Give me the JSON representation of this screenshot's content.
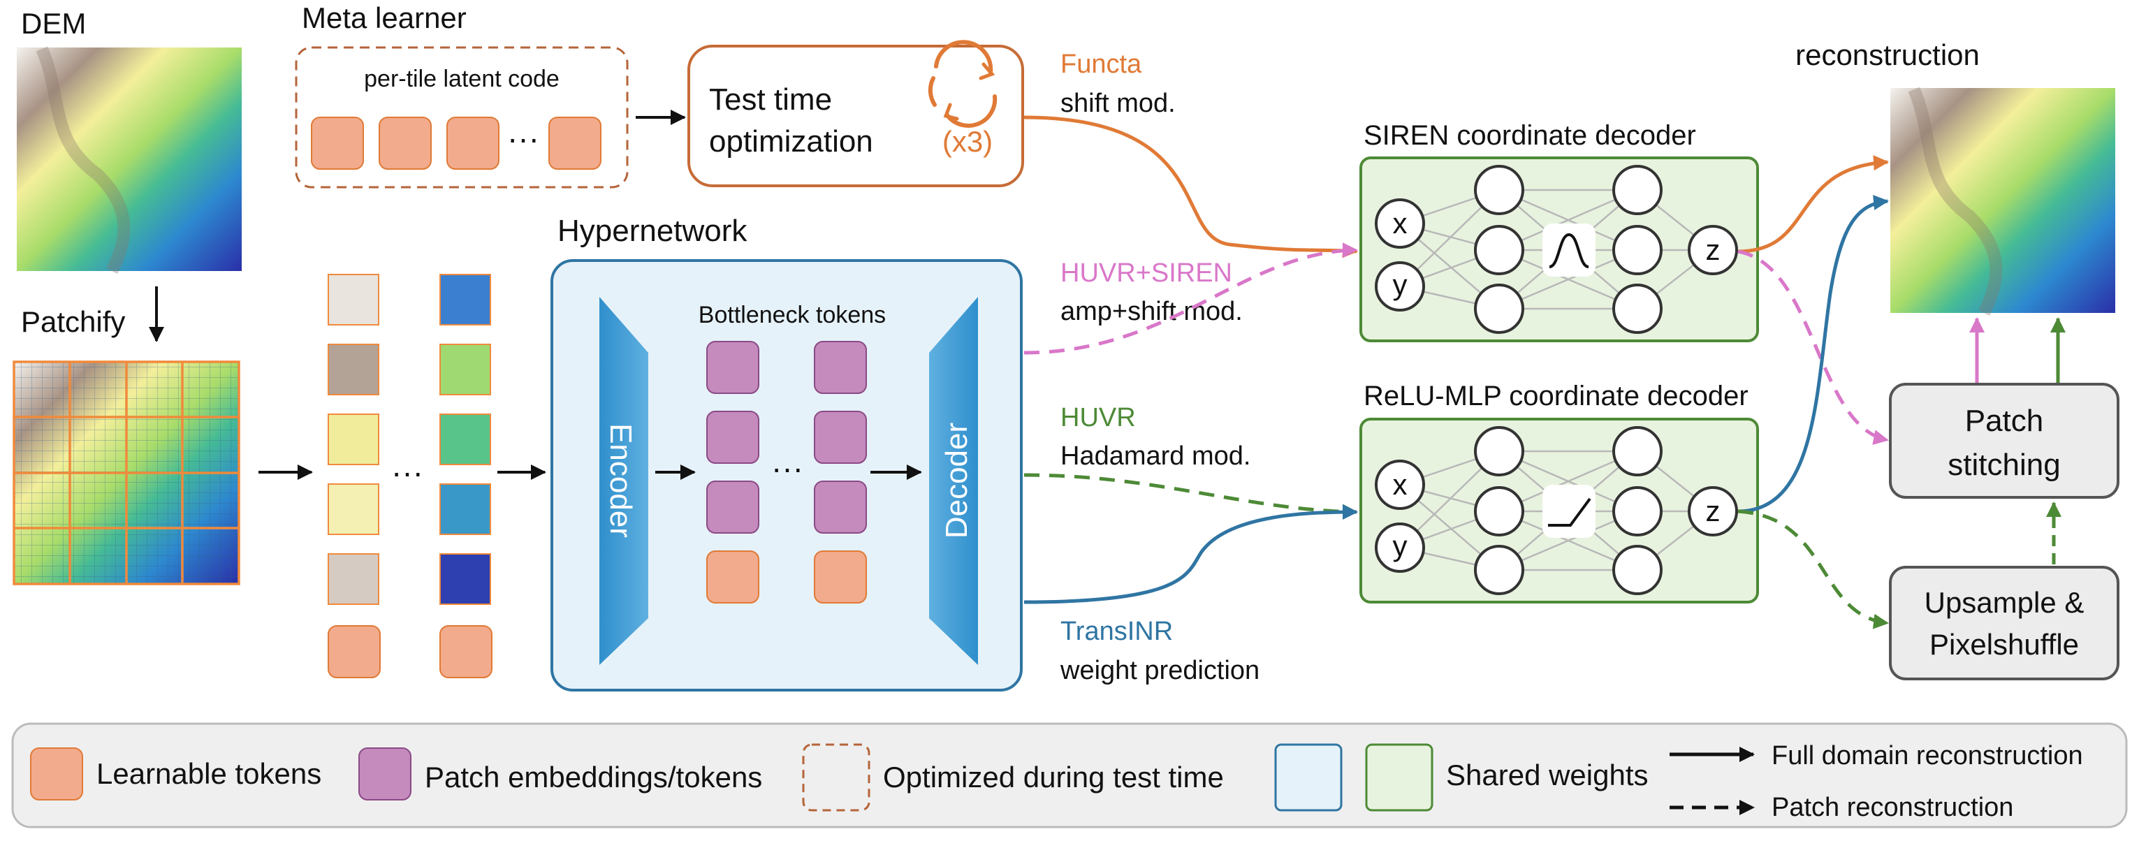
{
  "dem": {
    "title": "DEM",
    "patchify_label": "Patchify",
    "ellipsis": "···"
  },
  "meta_learner": {
    "title": "Meta learner",
    "latent_label": "per-tile latent code",
    "ellipsis": "···",
    "tto_line1": "Test time",
    "tto_line2": "optimization",
    "repeat": "(x3)"
  },
  "hypernetwork": {
    "title": "Hypernetwork",
    "bottleneck_label": "Bottleneck tokens",
    "encoder": "Encoder",
    "decoder": "Decoder",
    "ellipsis": "···"
  },
  "methods": {
    "functa": {
      "name": "Functa",
      "desc": "shift mod."
    },
    "huvr_siren": {
      "name": "HUVR+SIREN",
      "desc": "amp+shift mod."
    },
    "huvr": {
      "name": "HUVR",
      "desc": "Hadamard mod."
    },
    "transinr": {
      "name": "TransINR",
      "desc": "weight prediction"
    }
  },
  "siren": {
    "title": "SIREN coordinate decoder",
    "in_x": "x",
    "in_y": "y",
    "out_z": "z"
  },
  "relu": {
    "title": "ReLU-MLP coordinate decoder",
    "in_x": "x",
    "in_y": "y",
    "out_z": "z"
  },
  "output": {
    "title": "reconstruction",
    "stitch_line1": "Patch",
    "stitch_line2": "stitching",
    "upsample_line1": "Upsample &",
    "upsample_line2": "Pixelshuffle"
  },
  "legend": {
    "learnable": "Learnable tokens",
    "patch_emb": "Patch embeddings/tokens",
    "optimized": "Optimized during test time",
    "shared": "Shared weights",
    "full": "Full domain reconstruction",
    "patch": "Patch reconstruction"
  },
  "colors": {
    "functa": "#e07a36",
    "huvr_siren": "#d977c9",
    "huvr": "#4d8a36",
    "transinr": "#2f75a3",
    "learnable_token": "#f2ab8c",
    "patch_token": "#c58bbd",
    "hyper_fill": "#e6f2f9",
    "decoder_fill": "#e8f3df",
    "legend_fill": "#efefef"
  }
}
